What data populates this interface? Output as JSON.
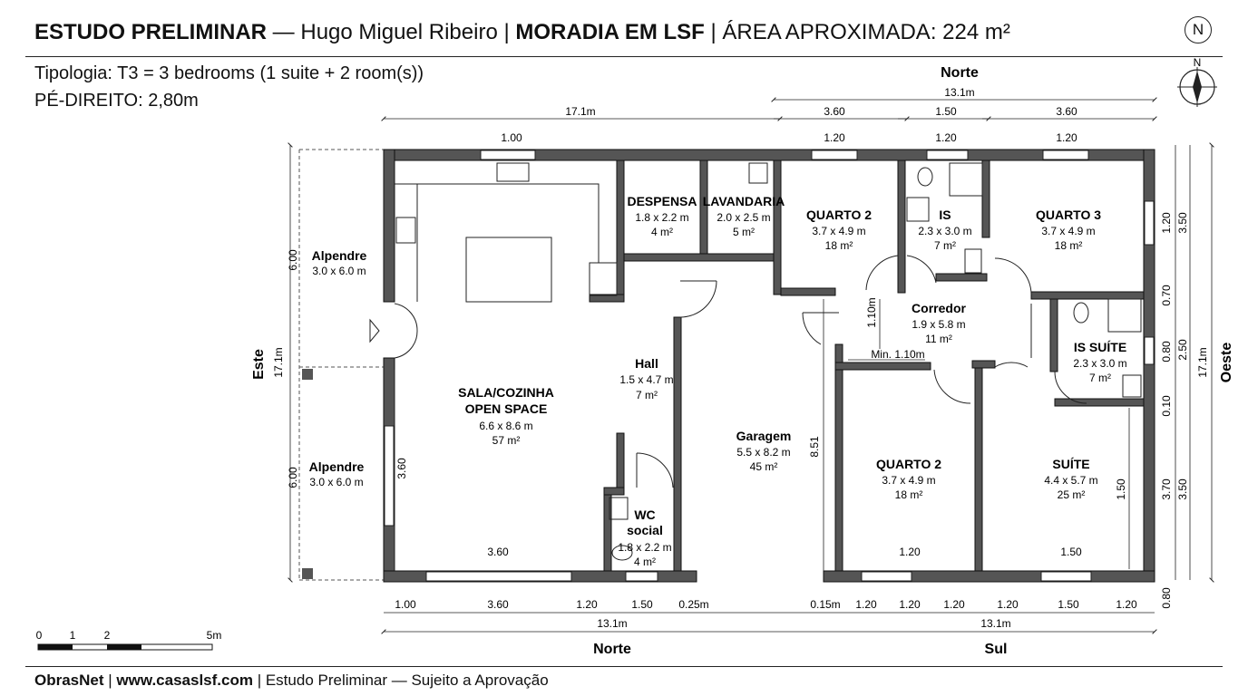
{
  "header": {
    "title_bold_1": "ESTUDO PRELIMINAR",
    "title_sep_1": " — ",
    "client": "Hugo Miguel Ribeiro",
    "title_sep_2": " | ",
    "title_bold_2": "MORADIA EM LSF",
    "title_sep_3": " | ",
    "area": "ÁREA APROXIMADA: 224 m²",
    "north_badge": "N"
  },
  "info": {
    "typology": "Tipologia: T3 = 3 bedrooms (1 suite + 2 room(s))",
    "ceiling": "PÉ-DIREITO: 2,80m"
  },
  "compass": {
    "label": "N"
  },
  "sides": {
    "top": "Norte",
    "bottom_left": "Norte",
    "bottom_right": "Sul",
    "left": "Este",
    "right": "Oeste"
  },
  "rooms": {
    "alpendre_top": {
      "name": "Alpendre",
      "dims": "3.0 x 6.0 m"
    },
    "alpendre_bottom": {
      "name": "Alpendre",
      "dims": "3.0 x 6.0 m"
    },
    "despensa": {
      "name": "DESPENSA",
      "dims": "1.8 x 2.2 m",
      "area": "4 m²"
    },
    "lavandaria": {
      "name": "LAVANDARIA",
      "dims": "2.0 x 2.5 m",
      "area": "5 m²"
    },
    "quarto2_top": {
      "name": "QUARTO 2",
      "dims": "3.7 x 4.9 m",
      "area": "18 m²"
    },
    "is": {
      "name": "IS",
      "dims": "2.3 x 3.0 m",
      "area": "7 m²"
    },
    "quarto3": {
      "name": "QUARTO 3",
      "dims": "3.7 x 4.9 m",
      "area": "18 m²"
    },
    "corredor": {
      "name": "Corredor",
      "dims": "1.9 x 5.8 m",
      "area": "11 m²"
    },
    "is_suite": {
      "name": "IS SUÍTE",
      "dims": "2.3 x 3.0 m",
      "area": "7 m²"
    },
    "sala": {
      "name1": "SALA/COZINHA",
      "name2": "OPEN SPACE",
      "dims": "6.6 x 8.6 m",
      "area": "57 m²"
    },
    "hall": {
      "name": "Hall",
      "dims": "1.5 x 4.7 m",
      "area": "7 m²"
    },
    "garagem": {
      "name": "Garagem",
      "dims": "5.5 x 8.2 m",
      "area": "45 m²"
    },
    "quarto2_bottom": {
      "name": "QUARTO 2",
      "dims": "3.7 x 4.9 m",
      "area": "18 m²"
    },
    "suite": {
      "name": "SUÍTE",
      "dims": "4.4 x 5.7 m",
      "area": "25 m²"
    },
    "wc": {
      "name1": "WC",
      "name2": "social",
      "dims": "1.8 x 2.2 m",
      "area": "4 m²"
    }
  },
  "dimensions": {
    "top_total_right": "13.1m",
    "top_total_left": "17.1m",
    "top_seg_1": "3.60",
    "top_seg_2": "1.50",
    "top_seg_3": "3.60",
    "win_sala": "1.00",
    "win_q2": "1.20",
    "win_is": "1.20",
    "win_q3": "1.20",
    "bottom_row": [
      "1.00",
      "3.60",
      "1.20",
      "1.50",
      "0.25m",
      "0.15m",
      "1.20",
      "1.20",
      "1.20",
      "1.20",
      "1.50",
      "1.20"
    ],
    "bottom_total_left": "13.1m",
    "bottom_total_right": "13.1m",
    "left_top": "6.00",
    "left_bottom": "6.00",
    "left_total": "17.1m",
    "right_a": "1.20",
    "right_b": "0.70",
    "right_c": "0.80",
    "right_d": "0.10",
    "right_e": "3.70",
    "right_f": "0.80",
    "right_outer_1": "3.50",
    "right_outer_2": "2.50",
    "right_outer_3": "3.50",
    "right_total": "17.1m",
    "inner_sala_win": "3.60",
    "inner_sala_bottom": "3.60",
    "corredor_width": "1.10m",
    "corredor_min": "Min. 1.10m",
    "garage_height": "8.51",
    "q2_window": "1.20",
    "suite_window": "1.50",
    "suite_side": "1.50"
  },
  "scale": {
    "labels": [
      "0",
      "1",
      "2",
      "5m"
    ]
  },
  "footer": {
    "brand": "ObrasNet",
    "sep1": " | ",
    "site": "www.casaslsf.com",
    "sep2": " | ",
    "note": "Estudo Preliminar — Sujeito a Aprovação"
  }
}
